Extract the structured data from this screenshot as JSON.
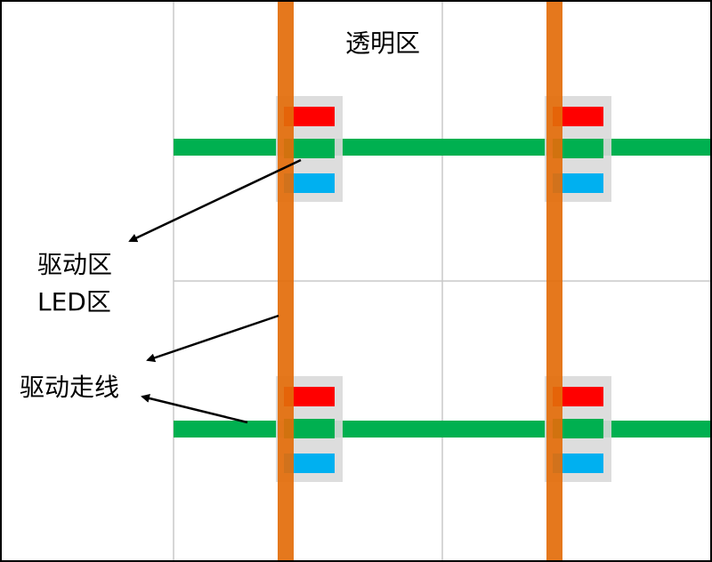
{
  "labels": {
    "transparent_zone": "透明区",
    "driver_zone": "驱动区",
    "led_zone": "LED区",
    "driver_trace": "驱动走线"
  },
  "colors": {
    "frame_border": "#000000",
    "grid_line": "#c8c8c8",
    "vertical_trace": "#e36c0a",
    "horizontal_trace": "#00b050",
    "led_red": "#ff0000",
    "led_green": "#00b050",
    "led_blue": "#00b0f0",
    "led_pad": "#d9d9d9",
    "arrow": "#000000"
  }
}
